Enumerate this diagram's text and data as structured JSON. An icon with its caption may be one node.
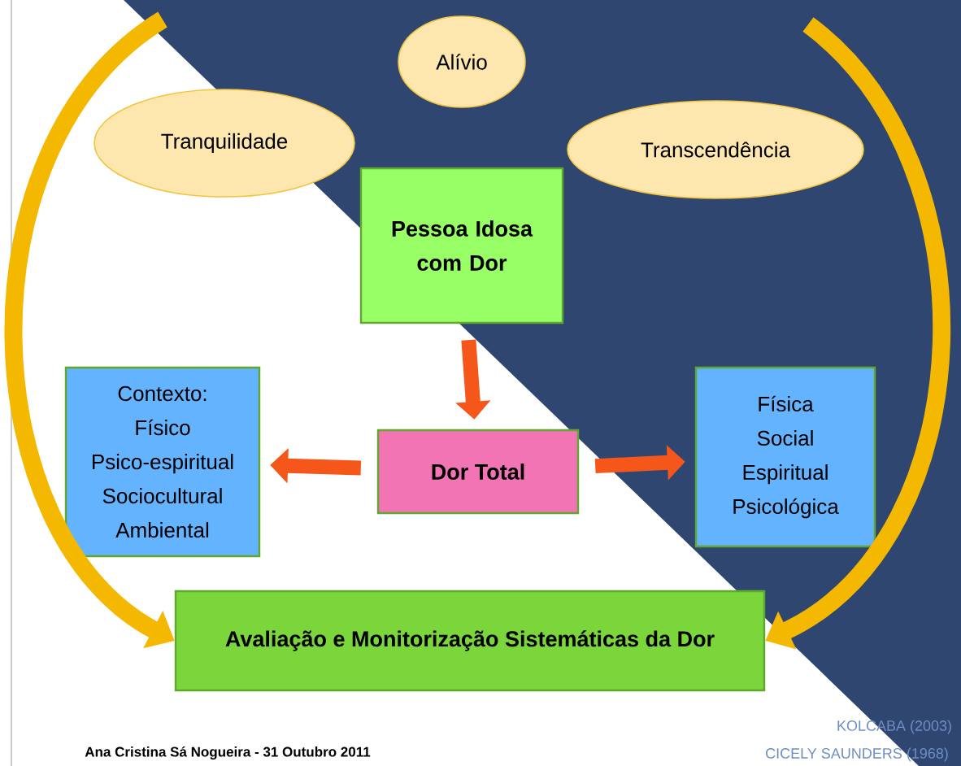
{
  "diagram": {
    "nodes": [
      {
        "text": [
          "Alívio"
        ]
      },
      {
        "text": [
          "Tranquilidade"
        ]
      },
      {
        "text": [
          "Transcendência"
        ]
      },
      {
        "text": [
          "Pessoa Idosa com Dor"
        ]
      },
      {
        "text": [
          "Contexto:",
          "Físico",
          "Psico-espiritual",
          "Sociocultural",
          "Ambiental"
        ]
      },
      {
        "text": [
          "Dor Total"
        ]
      },
      {
        "text": [
          "Física",
          "Social",
          "Espiritual",
          "Psicológica"
        ]
      },
      {
        "text": [
          "Avaliação e Monitorização Sistemáticas da Dor"
        ]
      }
    ],
    "edges": [
      {
        "from": 3,
        "to": 5,
        "arrow": "to"
      },
      {
        "from": 5,
        "to": 4,
        "arrow": "to"
      },
      {
        "from": 5,
        "to": 6,
        "arrow": "to"
      },
      {
        "from": null,
        "to": 7,
        "arrow": "to",
        "color": "#f5b800"
      },
      {
        "from": null,
        "to": 7,
        "arrow": "to",
        "color": "#f5b800"
      }
    ],
    "labels": [
      "Ana Cristina Sá Nogueira - 31 Outubro 2011",
      "KOLCABA (2003)",
      "CICELY SAUNDERS (1968)"
    ]
  }
}
